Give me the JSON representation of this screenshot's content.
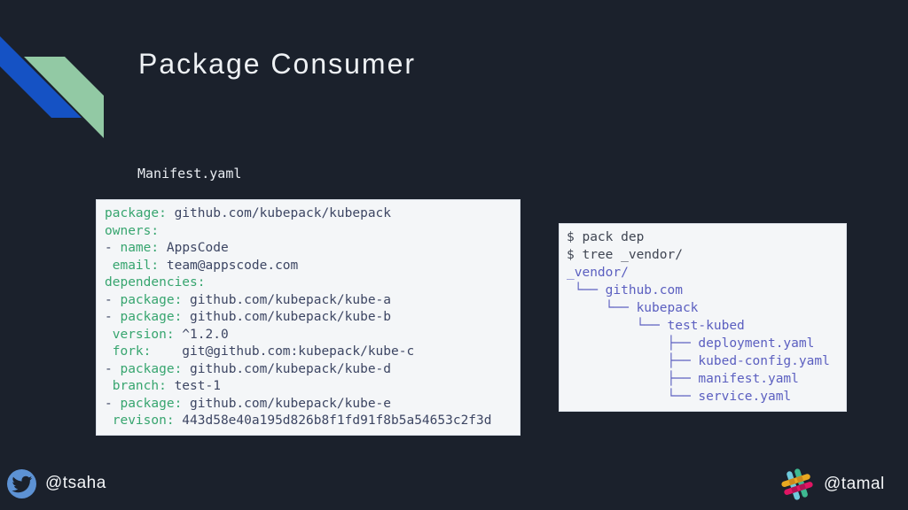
{
  "slide": {
    "title": "Package Consumer",
    "file_label": "Manifest.yaml"
  },
  "manifest_block": {
    "lines": [
      {
        "prefix": "",
        "key": "package",
        "value": " github.com/kubepack/kubepack"
      },
      {
        "prefix": "",
        "key": "owners",
        "value": ""
      },
      {
        "prefix": "- ",
        "key": "name",
        "value": " AppsCode"
      },
      {
        "prefix": " ",
        "key": "email",
        "value": " team@appscode.com"
      },
      {
        "prefix": "",
        "key": "dependencies",
        "value": ""
      },
      {
        "prefix": "- ",
        "key": "package",
        "value": " github.com/kubepack/kube-a"
      },
      {
        "prefix": "- ",
        "key": "package",
        "value": " github.com/kubepack/kube-b"
      },
      {
        "prefix": " ",
        "key": "version",
        "value": " ^1.2.0"
      },
      {
        "prefix": " ",
        "key": "fork",
        "value": "    git@github.com:kubepack/kube-c"
      },
      {
        "prefix": "- ",
        "key": "package",
        "value": " github.com/kubepack/kube-d"
      },
      {
        "prefix": " ",
        "key": "branch",
        "value": " test-1"
      },
      {
        "prefix": "- ",
        "key": "package",
        "value": " github.com/kubepack/kube-e"
      },
      {
        "prefix": " ",
        "key": "revison",
        "value": " 443d58e40a195d826b8f1fd91f8b5a54653c2f3d"
      }
    ]
  },
  "terminal_block": {
    "lines": [
      {
        "type": "cmd",
        "text": "$ pack dep"
      },
      {
        "type": "cmd",
        "text": "$ tree _vendor/"
      },
      {
        "type": "out",
        "text": "_vendor/"
      },
      {
        "type": "out",
        "text": " └── github.com"
      },
      {
        "type": "out",
        "text": "     └── kubepack"
      },
      {
        "type": "out",
        "text": "         └── test-kubed"
      },
      {
        "type": "out",
        "text": "             ├── deployment.yaml"
      },
      {
        "type": "out",
        "text": "             ├── kubed-config.yaml"
      },
      {
        "type": "out",
        "text": "             ├── manifest.yaml"
      },
      {
        "type": "out",
        "text": "             └── service.yaml"
      }
    ]
  },
  "footer": {
    "left_handle": "@tsaha",
    "right_handle": "@tamal"
  },
  "icons": {
    "left": "twitter-icon",
    "right": "slack-icon"
  },
  "colors": {
    "bg": "#1b212c",
    "deco-blue": "#1552c4",
    "deco-green": "#92c9a4",
    "title-text": "#eef1f4",
    "code-bg": "#f4f6f8",
    "code-border": "#d9dee6",
    "yaml-key": "#37a56f",
    "yaml-value": "#3d4663",
    "cmd-text": "#3f4552",
    "tree-text": "#5b5fc0",
    "twitter-blue": "#5d92d4",
    "slack-cyan": "#6ECADC",
    "slack-green": "#3EB991",
    "slack-yellow": "#E9A820",
    "slack-red": "#E01563"
  }
}
